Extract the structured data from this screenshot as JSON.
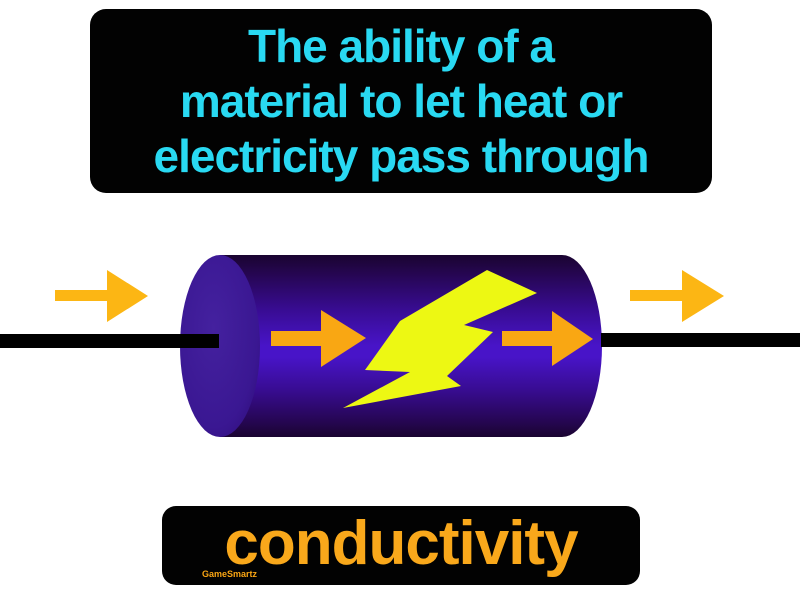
{
  "page": {
    "background_color": "#FFFFFF"
  },
  "definition_box": {
    "lines": [
      "The ability of a",
      "material to let heat or",
      "electricity pass through"
    ],
    "text_color": "#29D9F2",
    "bg_color": "#020202"
  },
  "term_box": {
    "term": "conductivity",
    "watermark": "GameSmartz",
    "text_color": "#F9A81B",
    "watermark_color": "#F9A513",
    "bg_color": "#020202"
  },
  "illustration": {
    "wire_color": "#000000",
    "bolt_color": "#EDF813",
    "arrow_outer_color": "#FCB614",
    "arrow_inner_color": "#F9A713",
    "cylinder_mid_color": "#4814C8",
    "cylinder_upper_color": "#380C92",
    "cylinder_dark_color": "#250650",
    "cylinder_edge_color": "#1A0430",
    "cap_center_color": "#44219F",
    "cap_edge_color": "#2E0C78"
  }
}
